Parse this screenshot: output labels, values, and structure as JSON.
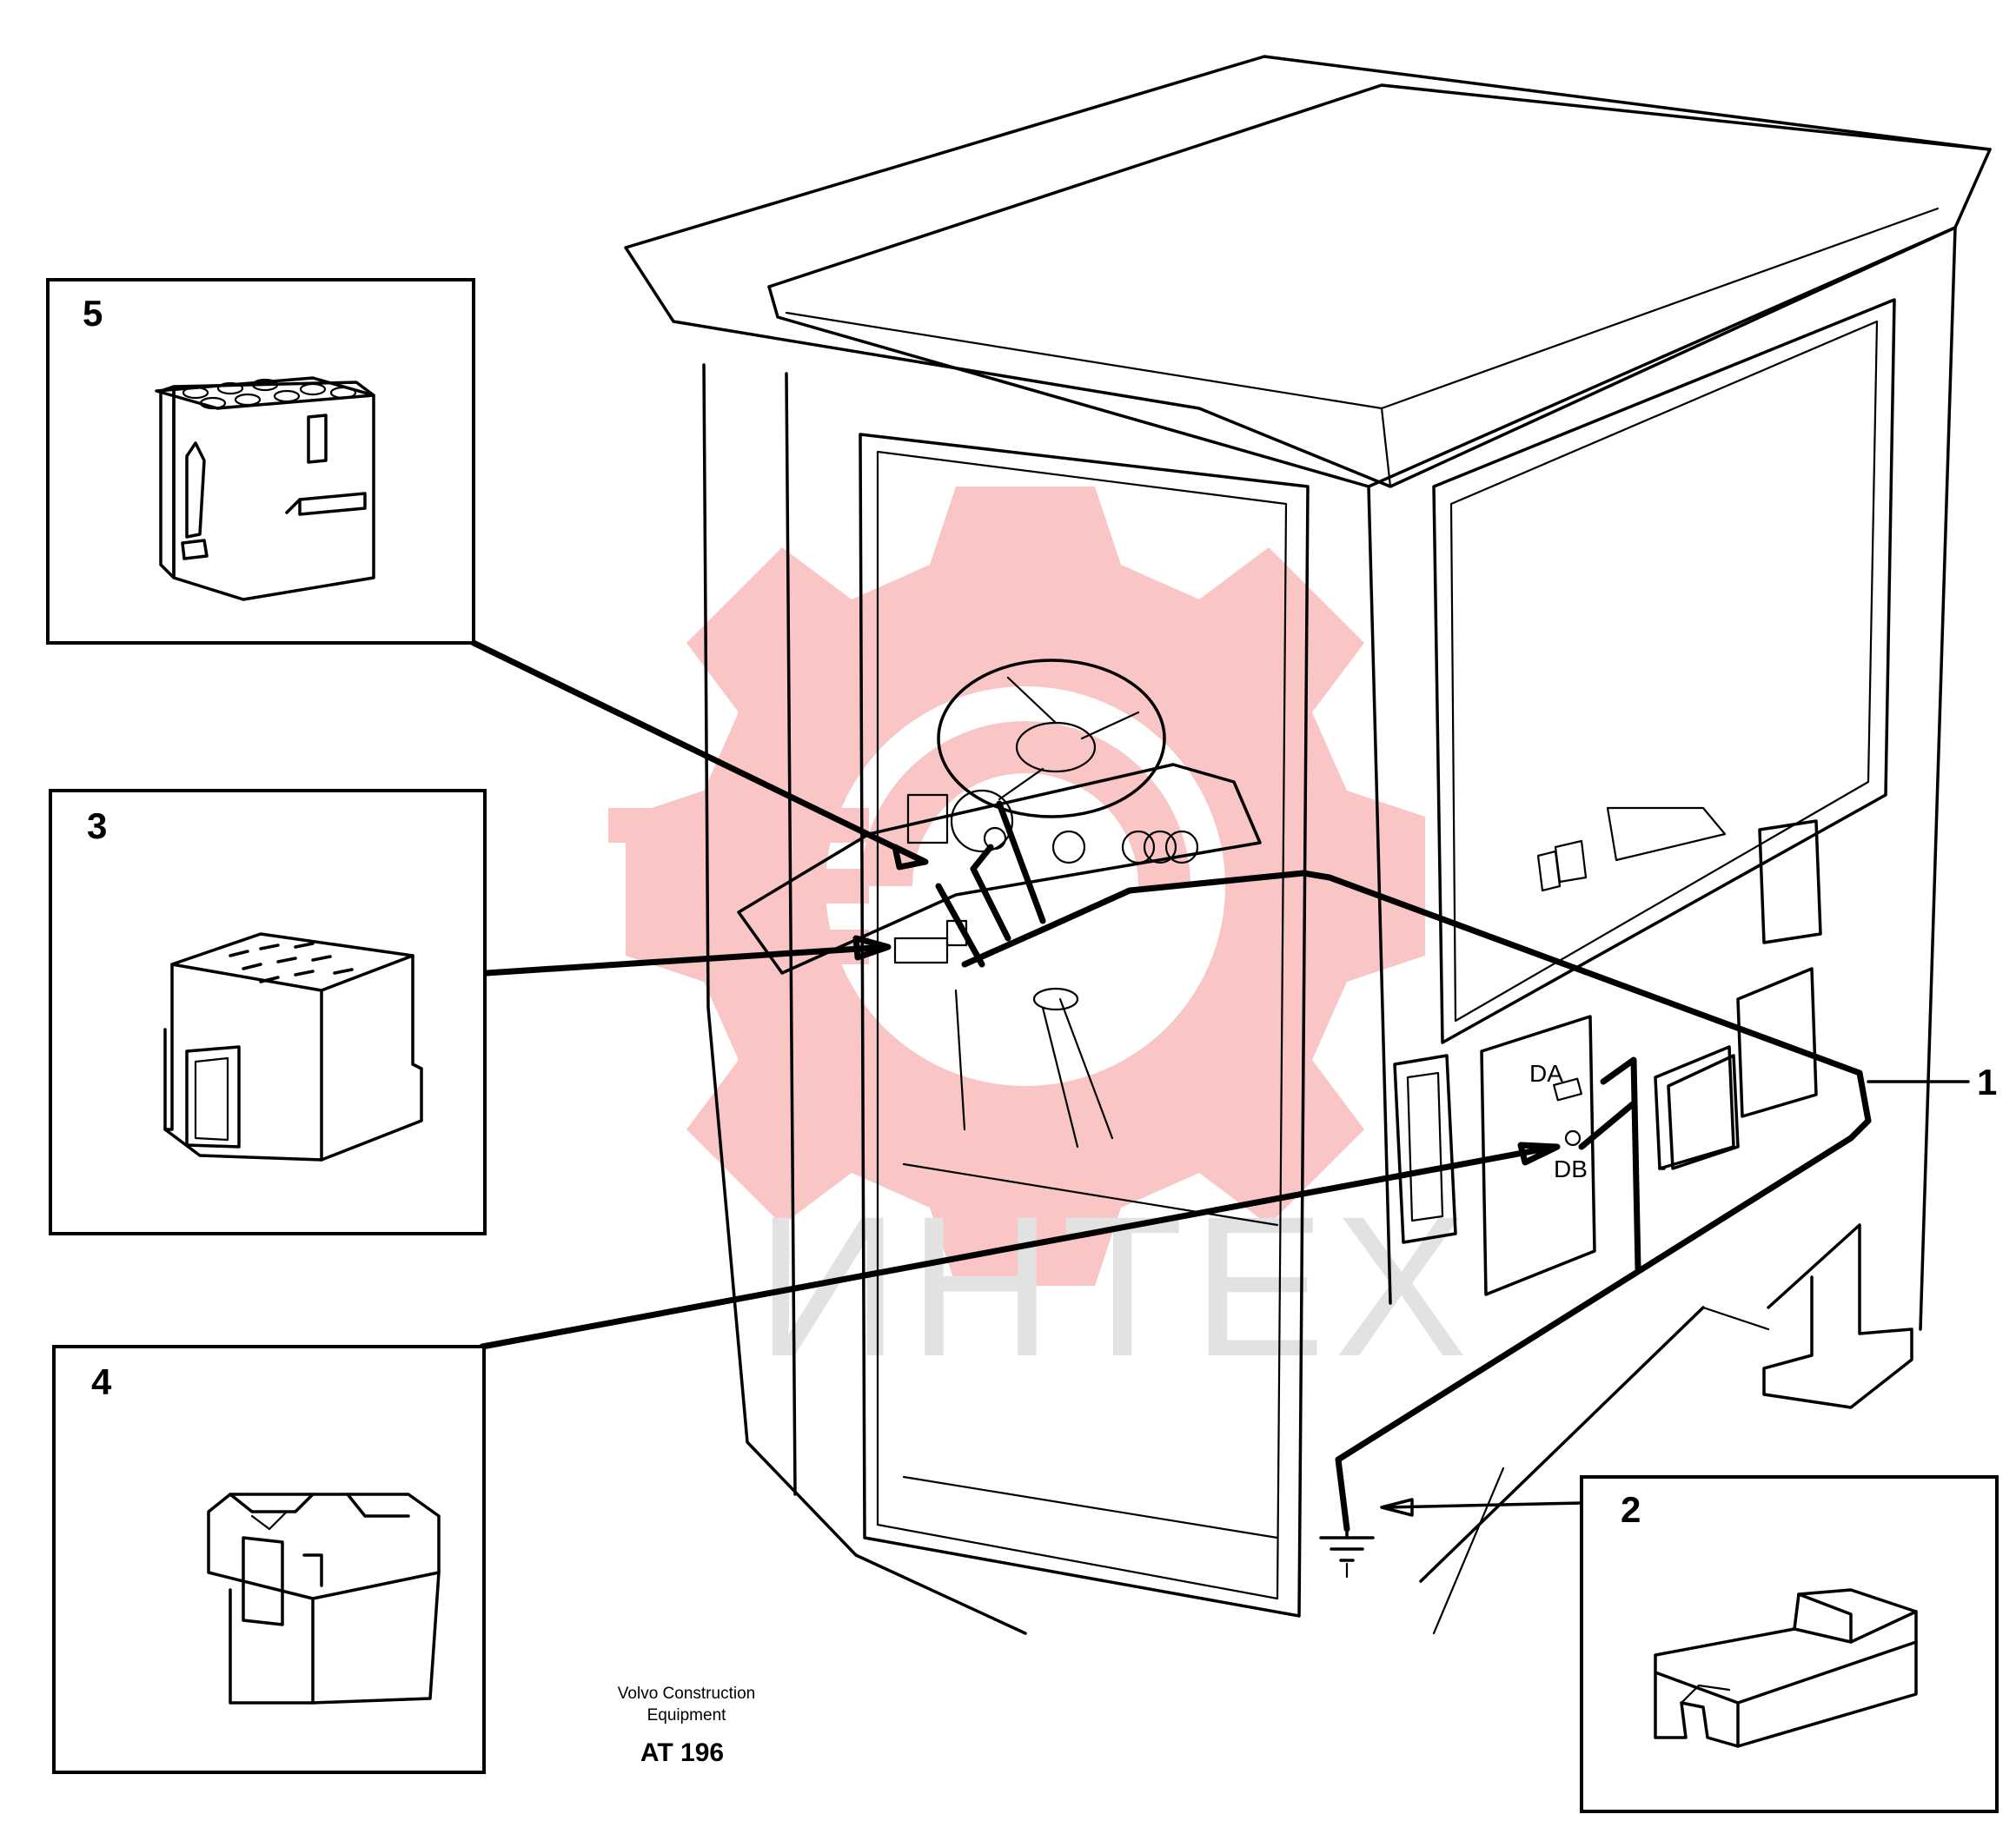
{
  "callouts": {
    "c1": "1",
    "c2": "2",
    "c3": "3",
    "c4": "4",
    "c5": "5"
  },
  "panel_labels": {
    "da": "DA",
    "db": "DB"
  },
  "credit": {
    "line1": "Volvo Construction",
    "line2": "Equipment",
    "code": "AT 196"
  },
  "watermark": {
    "text": "ИНТЕХ",
    "gear_color": "#f7b2b2",
    "text_color": "#d9d9d9"
  }
}
